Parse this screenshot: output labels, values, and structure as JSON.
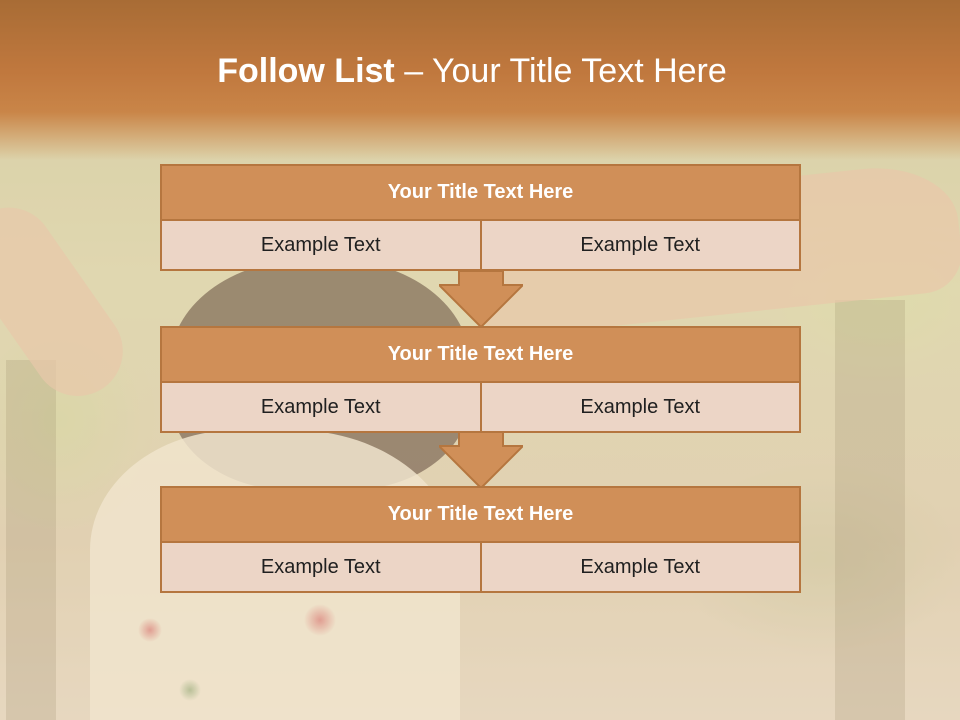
{
  "slide": {
    "title_bold": "Follow List",
    "title_rest": " – Your Title Text Here"
  },
  "steps": [
    {
      "title": "Your Title Text Here",
      "left": "Example Text",
      "right": "Example Text"
    },
    {
      "title": "Your Title Text Here",
      "left": "Example Text",
      "right": "Example Text"
    },
    {
      "title": "Your Title Text Here",
      "left": "Example Text",
      "right": "Example Text"
    }
  ],
  "colors": {
    "header": "#c0783e",
    "box_title": "#d08f58",
    "box_cell": "#ecd5c6",
    "border": "#b5763f",
    "arrow": "#d08f58"
  }
}
